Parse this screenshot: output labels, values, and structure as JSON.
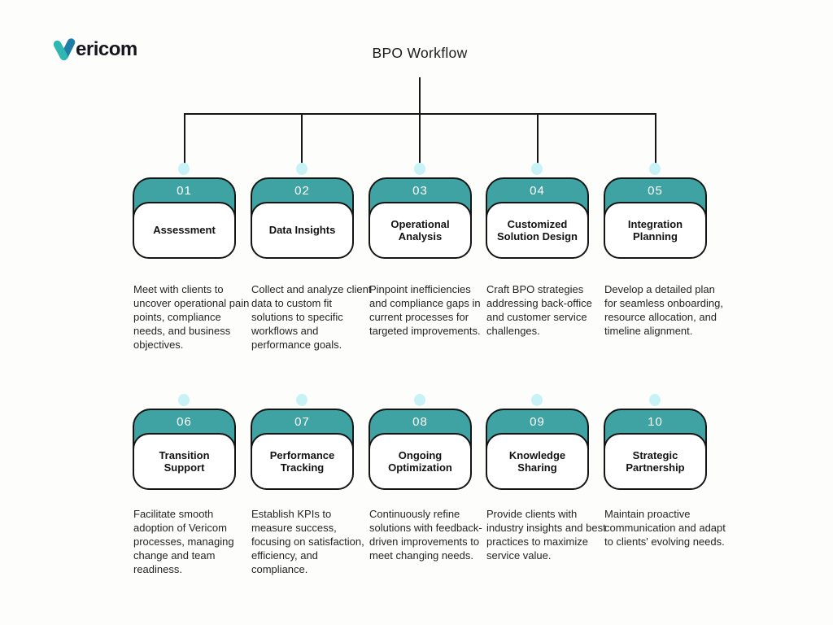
{
  "logo": {
    "text": "ericom",
    "icon": "vericom-v-icon"
  },
  "title": "BPO Workflow",
  "colors": {
    "teal": "#3FA3A4",
    "dot": "#C9F2F6",
    "line": "#161616",
    "background": "#FDFDFB"
  },
  "steps": [
    {
      "number": "01",
      "title": "Assessment",
      "description": "Meet with clients to uncover operational pain points, compliance needs, and business objectives."
    },
    {
      "number": "02",
      "title": "Data Insights",
      "description": "Collect and analyze client data to custom fit solutions to specific workflows and performance goals."
    },
    {
      "number": "03",
      "title": "Operational Analysis",
      "description": "Pinpoint inefficiencies and compliance gaps in current processes for targeted improvements."
    },
    {
      "number": "04",
      "title": "Customized Solution Design",
      "description": "Craft BPO strategies addressing back-office and customer service challenges."
    },
    {
      "number": "05",
      "title": "Integration Planning",
      "description": "Develop a detailed plan for seamless onboarding, resource allocation, and timeline alignment."
    },
    {
      "number": "06",
      "title": "Transition Support",
      "description": "Facilitate smooth adoption of Vericom processes, managing change and team readiness."
    },
    {
      "number": "07",
      "title": "Performance Tracking",
      "description": "Establish KPIs to measure success, focusing on satisfaction, efficiency, and compliance."
    },
    {
      "number": "08",
      "title": "Ongoing Optimization",
      "description": "Continuously refine solutions with feedback-driven improvements to meet changing needs."
    },
    {
      "number": "09",
      "title": "Knowledge Sharing",
      "description": "Provide clients with industry insights and best practices to maximize service value."
    },
    {
      "number": "10",
      "title": "Strategic Partnership",
      "description": "Maintain proactive communication and adapt to clients' evolving needs."
    }
  ]
}
